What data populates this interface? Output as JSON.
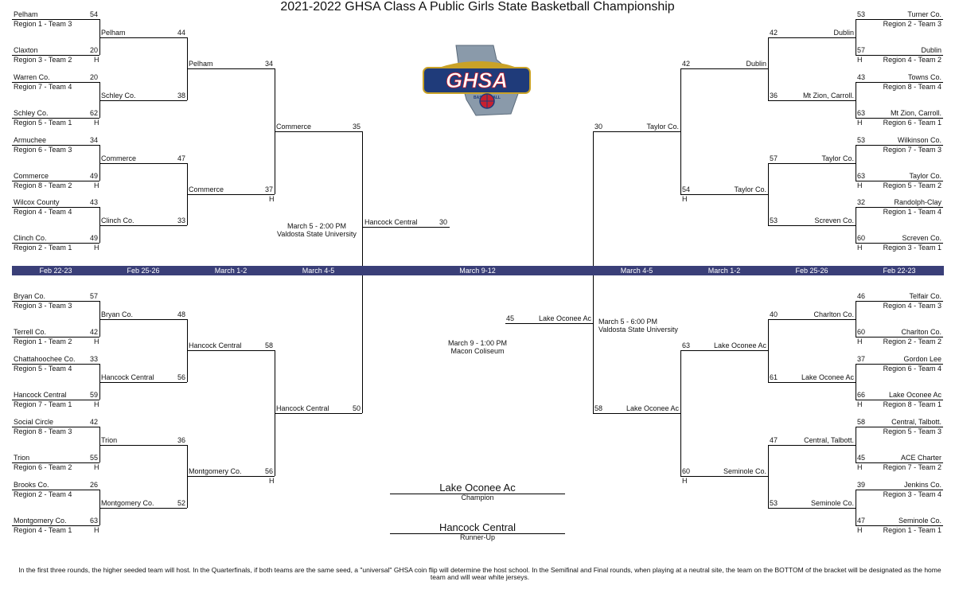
{
  "title": "2021-2022 GHSA Class A Public Girls State Basketball Championship",
  "logo": {
    "main": "GHSA",
    "sub": "BASKETBALL",
    "colors": {
      "navy": "#1f3b7a",
      "red": "#c8202f",
      "gold": "#c9a227",
      "state": "#8a9aaa"
    }
  },
  "rounds_bar": [
    "Feb 22-23",
    "Feb 25-26",
    "March 1-2",
    "March 4-5",
    "March 9-12",
    "March 4-5",
    "March 1-2",
    "Feb 25-26",
    "Feb 22-23"
  ],
  "venue_notes": [
    {
      "line1": "March 5 - 2:00 PM",
      "line2": "Valdosta State University"
    },
    {
      "line1": "March 5 - 6:00 PM",
      "line2": "Valdosta State University"
    },
    {
      "line1": "March 9 - 1:00 PM",
      "line2": "Macon Coliseum"
    }
  ],
  "final": {
    "left": {
      "team": "Hancock Central",
      "score": "30"
    },
    "right": {
      "team": "Lake Oconee Ac",
      "score": "45"
    }
  },
  "champion": {
    "team": "Lake Oconee Ac",
    "label": "Champion"
  },
  "runner_up": {
    "team": "Hancock Central",
    "label": "Runner-Up"
  },
  "home_marker": "H",
  "footnote": "In the first three rounds, the higher seeded team will host. In the Quarterfinals, if both teams are the same seed, a \"universal\" GHSA coin flip will determine the host school. In the Semifinal and Final rounds, when playing at a neutral site, the team on the BOTTOM of the bracket will be designated as the home team and will wear white jerseys.",
  "r1_left_top": [
    {
      "team": "Pelham",
      "seed": "Region 1 - Team 3",
      "score": "54"
    },
    {
      "team": "Claxton",
      "seed": "Region 3 - Team 2",
      "score": "20"
    },
    {
      "team": "Warren Co.",
      "seed": "Region 7 - Team 4",
      "score": "20"
    },
    {
      "team": "Schley Co.",
      "seed": "Region 5 - Team 1",
      "score": "62"
    },
    {
      "team": "Armuchee",
      "seed": "Region 6 - Team 3",
      "score": "34"
    },
    {
      "team": "Commerce",
      "seed": "Region 8 - Team 2",
      "score": "49"
    },
    {
      "team": "Wilcox County",
      "seed": "Region 4 - Team 4",
      "score": "43"
    },
    {
      "team": "Clinch  Co.",
      "seed": "Region 2 - Team 1",
      "score": "49"
    }
  ],
  "r1_left_bottom": [
    {
      "team": "Bryan Co.",
      "seed": "Region 3 - Team 3",
      "score": "57"
    },
    {
      "team": "Terrell Co.",
      "seed": "Region 1 - Team 2",
      "score": "42"
    },
    {
      "team": "Chattahoochee Co.",
      "seed": "Region 5 - Team 4",
      "score": "33"
    },
    {
      "team": "Hancock Central",
      "seed": "Region 7 - Team 1",
      "score": "59"
    },
    {
      "team": "Social Circle",
      "seed": "Region 8 - Team 3",
      "score": "42"
    },
    {
      "team": "Trion",
      "seed": "Region 6 - Team 2",
      "score": "55"
    },
    {
      "team": "Brooks Co.",
      "seed": "Region 2 - Team 4",
      "score": "26"
    },
    {
      "team": "Montgomery Co.",
      "seed": "Region 4 - Team 1",
      "score": "63"
    }
  ],
  "r1_right_top": [
    {
      "team": "Turner Co.",
      "seed": "Region 2 - Team 3",
      "score": "53"
    },
    {
      "team": "Dublin",
      "seed": "Region 4 - Team 2",
      "score": "57"
    },
    {
      "team": "Towns Co.",
      "seed": "Region  8 - Team 4",
      "score": "43"
    },
    {
      "team": "Mt Zion, Carroll.",
      "seed": "Region 6 - Team 1",
      "score": "63"
    },
    {
      "team": "Wilkinson Co.",
      "seed": "Region 7 - Team 3",
      "score": "53"
    },
    {
      "team": "Taylor Co.",
      "seed": "Region 5 - Team 2",
      "score": "63"
    },
    {
      "team": "Randolph-Clay",
      "seed": "Region 1 - Team 4",
      "score": "32"
    },
    {
      "team": "Screven Co.",
      "seed": "Region 3 - Team 1",
      "score": "60"
    }
  ],
  "r1_right_bottom": [
    {
      "team": "Telfair Co.",
      "seed": "Region 4 - Team 3",
      "score": "46"
    },
    {
      "team": "Charlton Co.",
      "seed": "Region 2 - Team 2",
      "score": "60"
    },
    {
      "team": "Gordon Lee",
      "seed": "Region 6 - Team 4",
      "score": "37"
    },
    {
      "team": "Lake Oconee Ac",
      "seed": "Region 8 - Team 1",
      "score": "66"
    },
    {
      "team": "Central, Talbott.",
      "seed": "Region 5 - Team 3",
      "score": "58"
    },
    {
      "team": "ACE Charter",
      "seed": "Region 7 - Team 2",
      "score": "45"
    },
    {
      "team": "Jenkins Co.",
      "seed": "Region 3 - Team 4",
      "score": "39"
    },
    {
      "team": "Seminole Co.",
      "seed": "Region 1 - Team 1",
      "score": "47"
    }
  ],
  "r2_left_top": [
    {
      "team": "Pelham",
      "score": "44"
    },
    {
      "team": "Schley Co.",
      "score": "38"
    },
    {
      "team": "Commerce",
      "score": "47"
    },
    {
      "team": "Clinch  Co.",
      "score": "33"
    }
  ],
  "r2_left_bottom": [
    {
      "team": "Bryan Co.",
      "score": "48"
    },
    {
      "team": "Hancock Central",
      "score": "56"
    },
    {
      "team": "Trion",
      "score": "36"
    },
    {
      "team": "Montgomery Co.",
      "score": "52"
    }
  ],
  "r2_right_top": [
    {
      "team": "Dublin",
      "score": "42"
    },
    {
      "team": "Mt Zion, Carroll.",
      "score": "36"
    },
    {
      "team": "Taylor Co.",
      "score": "57"
    },
    {
      "team": "Screven Co.",
      "score": "53"
    }
  ],
  "r2_right_bottom": [
    {
      "team": "Charlton Co.",
      "score": "40"
    },
    {
      "team": "Lake Oconee Ac",
      "score": "61"
    },
    {
      "team": "Central, Talbott.",
      "score": "47"
    },
    {
      "team": "Seminole Co.",
      "score": "53"
    }
  ],
  "r3_left_top": [
    {
      "team": "Pelham",
      "score": "34"
    },
    {
      "team": "Commerce",
      "score": "37"
    }
  ],
  "r3_left_bottom": [
    {
      "team": "Hancock Central",
      "score": "58"
    },
    {
      "team": "Montgomery Co.",
      "score": "56"
    }
  ],
  "r3_right_top": [
    {
      "team": "Dublin",
      "score": "42"
    },
    {
      "team": "Taylor Co.",
      "score": "54"
    }
  ],
  "r3_right_bottom": [
    {
      "team": "Lake Oconee Ac",
      "score": "63"
    },
    {
      "team": "Seminole Co.",
      "score": "60"
    }
  ],
  "r4_left": [
    {
      "team": "Commerce",
      "score": "35"
    },
    {
      "team": "Hancock Central",
      "score": "50"
    }
  ],
  "r4_right": [
    {
      "team": "Taylor Co.",
      "score": "30"
    },
    {
      "team": "Lake Oconee Ac",
      "score": "58"
    }
  ]
}
